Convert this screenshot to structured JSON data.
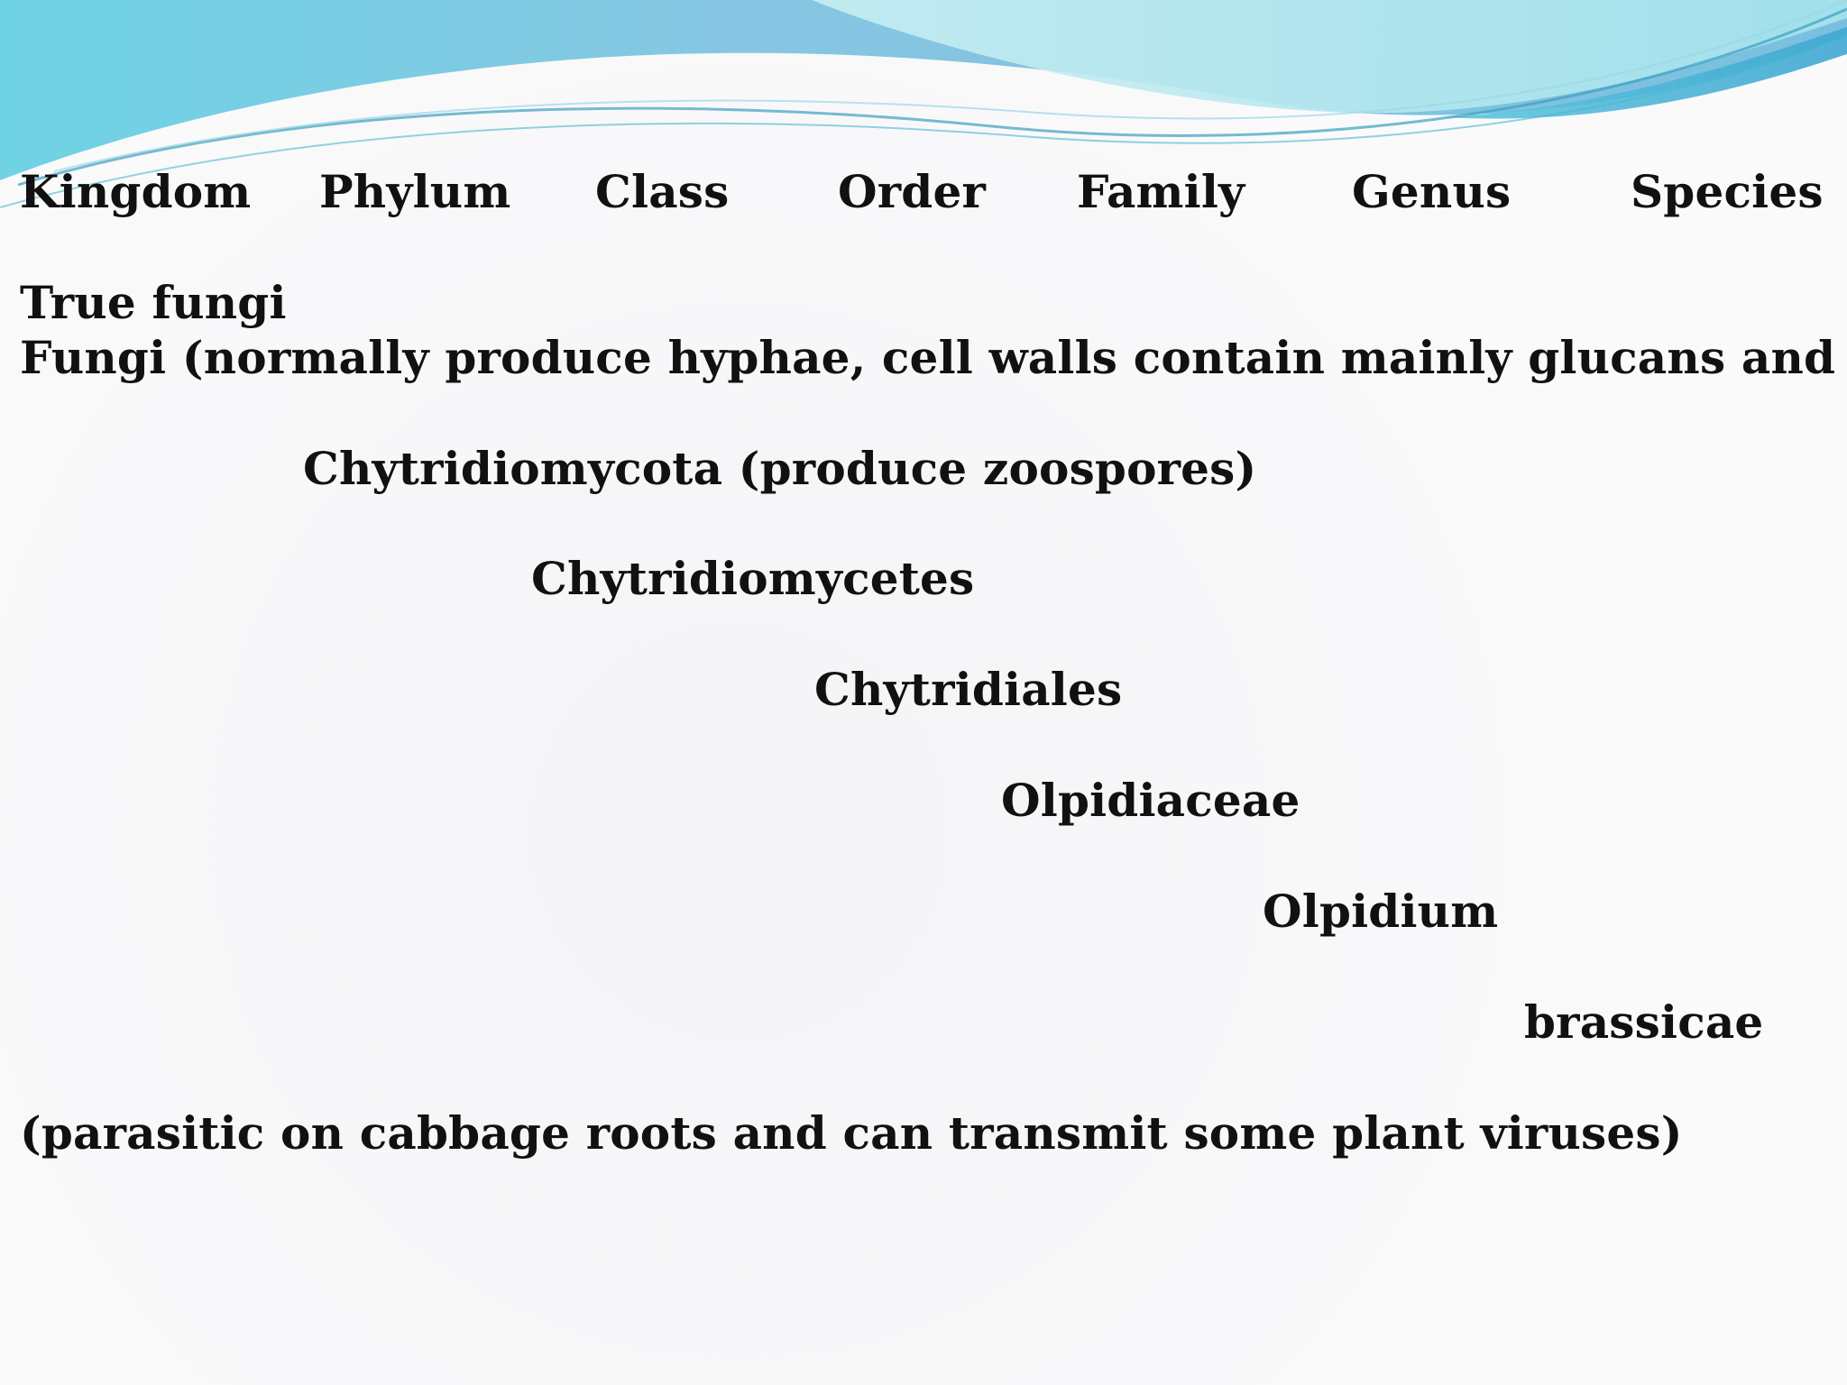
{
  "header": {
    "ranks": [
      "Kingdom",
      "Phylum",
      "Class",
      "Order",
      "Family",
      "Genus",
      "Species"
    ]
  },
  "body": {
    "kingdom_label": "True fungi",
    "kingdom_desc": "Fungi (normally produce hyphae, cell walls contain mainly glucans and chitin)",
    "phylum": "Chytridiomycota (produce zoospores)",
    "class": "Chytridiomycetes",
    "order": "Chytridiales",
    "family": "Olpidiaceae",
    "genus": "Olpidium",
    "species": "brassicae",
    "note": "(parasitic on cabbage roots and can transmit some plant viruses)"
  },
  "theme": {
    "wave_colors": [
      "#7cc7e0",
      "#8fd8e8",
      "#4fb3d6",
      "#b9e9ef"
    ],
    "text_color": "#111111",
    "background": "#fafafb"
  }
}
